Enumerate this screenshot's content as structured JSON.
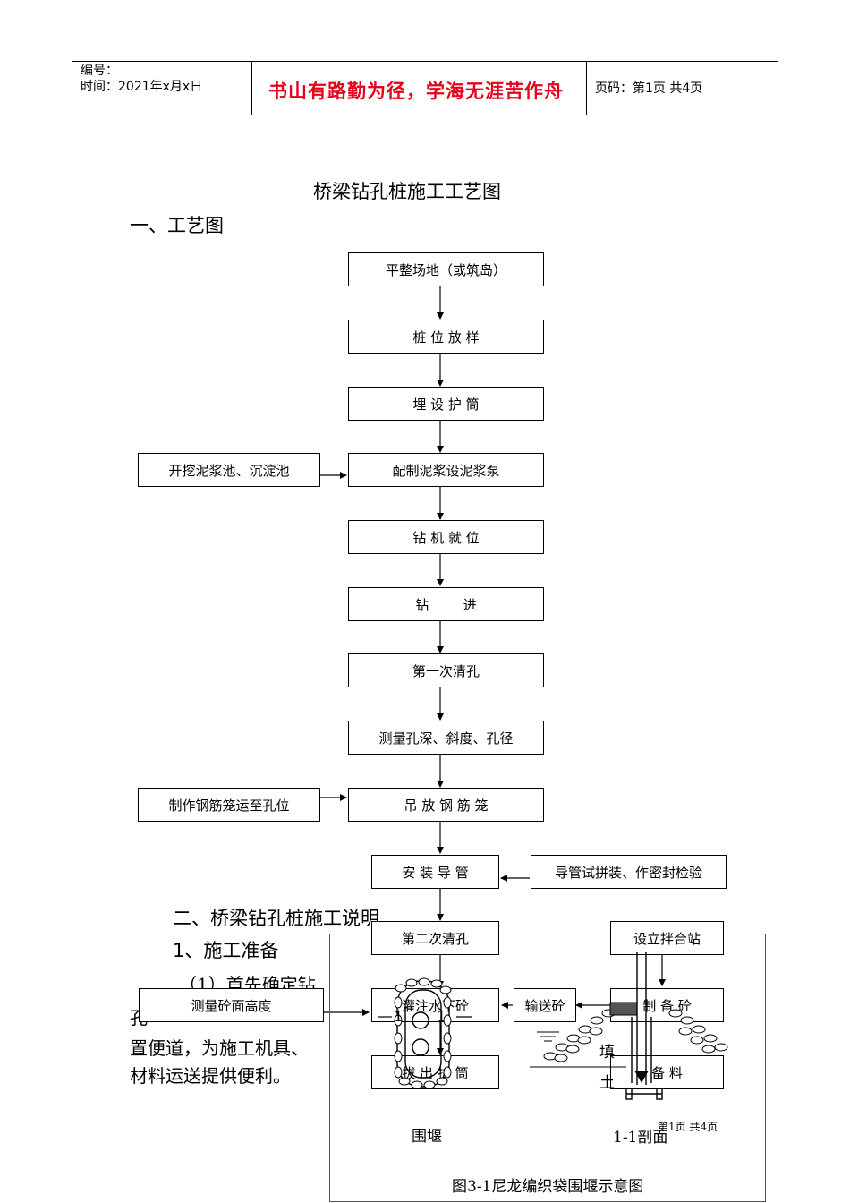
{
  "header": {
    "serial_label": "编号：",
    "time_label": "时间：2021年x月x日",
    "motto": "书山有路勤为径，学海无涯苦作舟",
    "page_label": "页码：第1页 共4页"
  },
  "document": {
    "title": "桥梁钻孔桩施工工艺图",
    "section1": "一、工艺图",
    "section2": "二、桥梁钻孔桩施工说明",
    "sub1": "1、施工准备",
    "para_line1": "（1）首先确定钻",
    "para_line2_start": "孔",
    "para_line3": "置便道，为施工机具、",
    "para_line4": "材料运送提供便利。"
  },
  "flowchart": {
    "main_steps": [
      "平整场地（或筑岛）",
      "桩 位 放 样",
      "埋 设 护 筒",
      "配制泥浆设泥浆泵",
      "钻 机 就 位",
      "钻        进",
      "第一次清孔",
      "测量孔深、斜度、孔径",
      "吊 放 钢 筋 笼",
      "安 装 导 管",
      "第二次清孔",
      "灌注水下砼",
      "拔 出 护 筒"
    ],
    "side_steps": {
      "mud_pit": "开挖泥浆池、沉淀池",
      "cage": "制作钢筋笼运至孔位",
      "pipe_test": "导管试拼装、作密封检验",
      "mixing_station": "设立拌合站",
      "prepare_concrete": "制 备 砼",
      "transport": "输送砼",
      "measure_level": "测量砼面高度",
      "materials": "备 料"
    }
  },
  "figure": {
    "caption": "图3-1尼龙编织袋围堰示意图",
    "label_cofferdam": "围堰",
    "label_section": "1-1剖面",
    "label_fill_1": "填",
    "label_fill_2": "土",
    "section_marks": [
      "1",
      "1"
    ],
    "page_footer": "第1页 共4页"
  }
}
